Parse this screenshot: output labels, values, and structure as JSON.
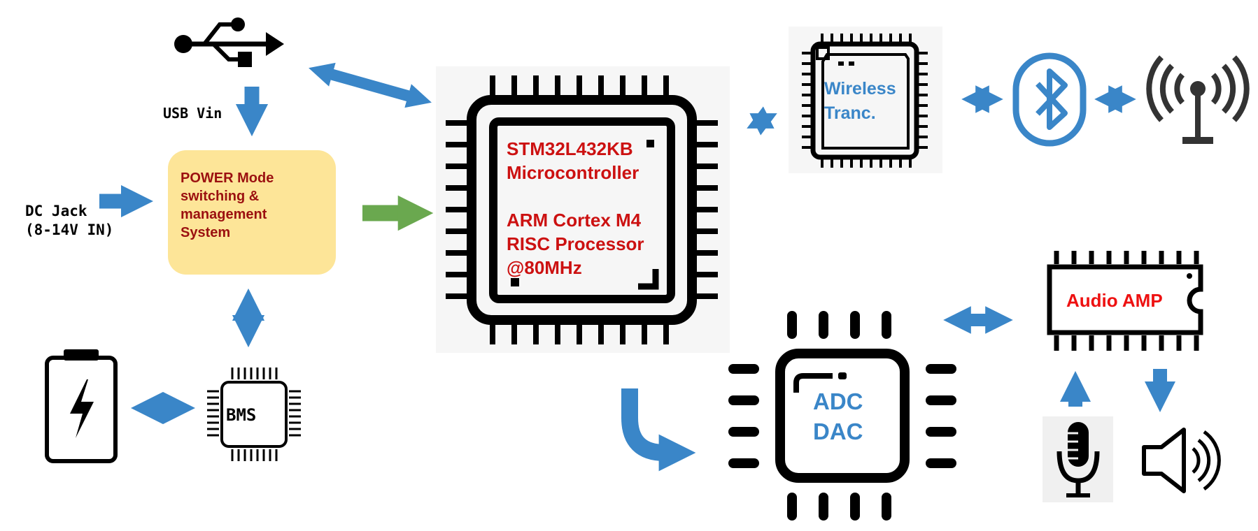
{
  "labels": {
    "usb_vin": "USB Vin",
    "dc_jack": "DC Jack\n(8-14V IN)",
    "power_block": "POWER  Mode\nswitching &\nmanagement\nSystem",
    "microcontroller": "STM32L432KB\nMicrocontroller\n\nARM Cortex M4\nRISC Processor\n@80MHz",
    "wireless": "Wireless\nTranc.",
    "adc_dac": "ADC\nDAC",
    "audio_amp": "Audio AMP",
    "bms": "BMS"
  },
  "icons": [
    "usb-icon",
    "battery-icon",
    "bms-chip-icon",
    "microcontroller-chip-icon",
    "wireless-chip-icon",
    "bluetooth-icon",
    "antenna-icon",
    "adc-dac-chip-icon",
    "audio-amp-chip-icon",
    "microphone-icon",
    "speaker-icon"
  ],
  "colors": {
    "arrow_blue": "#3a86c8",
    "arrow_green": "#6aa84f",
    "power_block_fill": "#fde598",
    "mcu_text": "#cc1111",
    "amp_text": "#ee1111",
    "power_text": "#9b1010"
  }
}
